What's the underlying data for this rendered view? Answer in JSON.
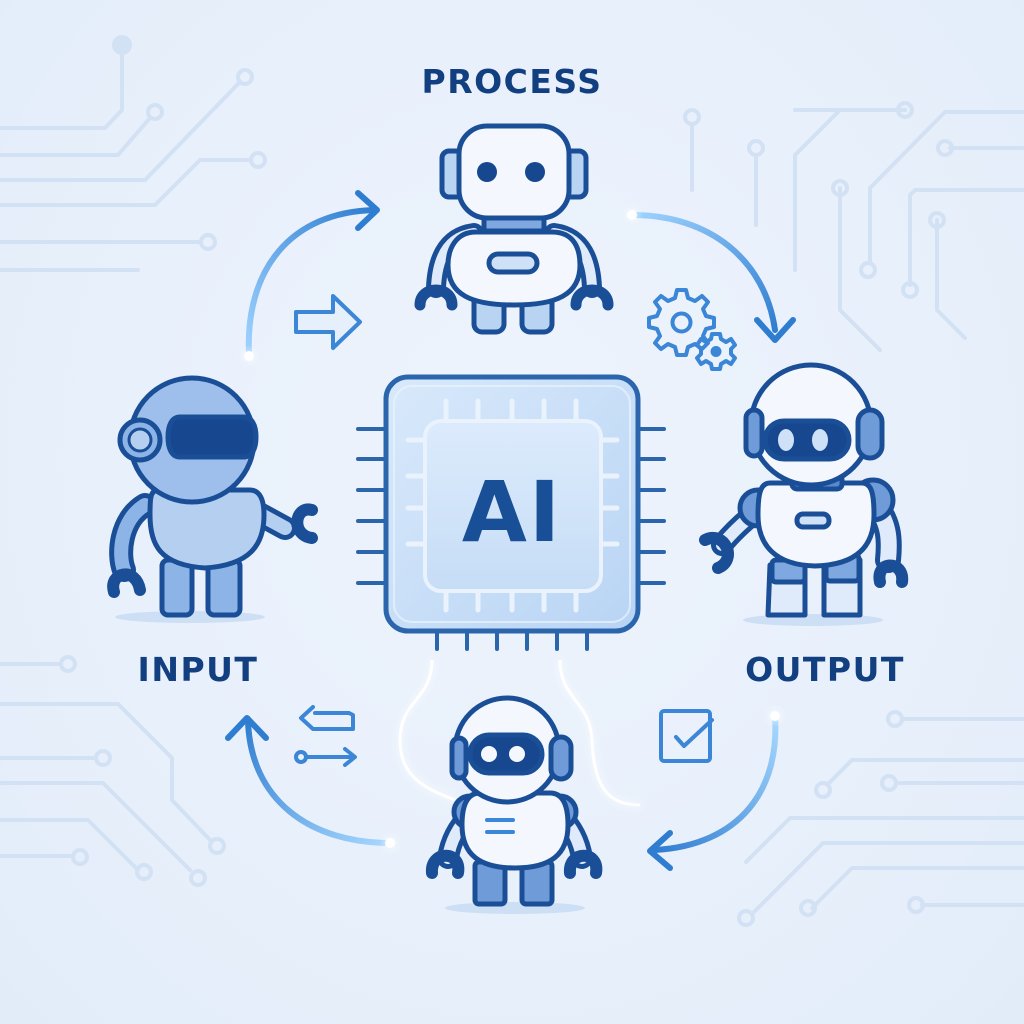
{
  "diagram": {
    "type": "cycle",
    "center": {
      "label": "AI",
      "icon": "microchip-icon"
    },
    "nodes": [
      {
        "id": "process",
        "label": "PROCESS",
        "icon": "robot-icon",
        "position": "top"
      },
      {
        "id": "output",
        "label": "OUTPUT",
        "icon": "robot-icon",
        "position": "right"
      },
      {
        "id": "bottom",
        "label": "",
        "icon": "robot-icon",
        "position": "bottom"
      },
      {
        "id": "input",
        "label": "INPUT",
        "icon": "robot-icon",
        "position": "left"
      }
    ],
    "edges": [
      {
        "from": "input",
        "to": "process",
        "style": "curved-arrow"
      },
      {
        "from": "process",
        "to": "output",
        "style": "curved-arrow"
      },
      {
        "from": "output",
        "to": "bottom",
        "style": "curved-arrow"
      },
      {
        "from": "bottom",
        "to": "input",
        "style": "curved-arrow"
      }
    ],
    "accessory_icons": [
      {
        "name": "right-arrow-outline-icon",
        "near": "input-process"
      },
      {
        "name": "gears-icon",
        "near": "process-output"
      },
      {
        "name": "checkbox-checked-icon",
        "near": "output-bottom"
      },
      {
        "name": "swap-arrows-icon",
        "near": "bottom-input"
      }
    ]
  },
  "labels": {
    "process": "PROCESS",
    "input": "INPUT",
    "output": "OUTPUT",
    "center": "AI"
  },
  "colors": {
    "background": "#e8f0fb",
    "label_text": "#123f80",
    "outline": "#1a56a0",
    "fill_light": "#c9dcf5",
    "fill_mid": "#7ea8df",
    "accent_arrow": "#3b86d6",
    "glow": "#9fd0ff",
    "circuit": "#d4e2f4"
  }
}
